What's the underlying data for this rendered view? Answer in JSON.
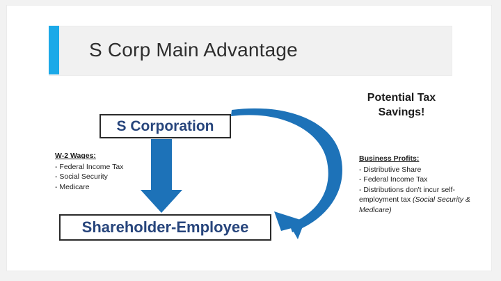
{
  "slide": {
    "title": "S Corp Main Advantage",
    "accent_color": "#1ba9e8",
    "band_color": "#f1f1f1",
    "arrow_color": "#1d72b8",
    "node_text_color": "#27457c",
    "canvas_color": "#ffffff"
  },
  "nodes": {
    "s_corporation": "S Corporation",
    "shareholder_employee": "Shareholder-Employee"
  },
  "callout": {
    "line1": "Potential Tax",
    "line2": "Savings!"
  },
  "left_block": {
    "heading": "W-2 Wages:",
    "items": [
      "- Federal Income Tax",
      "- Social Security",
      "- Medicare"
    ]
  },
  "right_block": {
    "heading": "Business Profits:",
    "items": [
      "- Distributive Share",
      "- Federal Income Tax"
    ],
    "note_plain": "- Distributions don't incur self-employment tax ",
    "note_italic": "(Social Security & Medicare)"
  },
  "icons": {
    "down_arrow": "down-arrow-icon",
    "curved_arrow": "curved-arrow-icon"
  }
}
